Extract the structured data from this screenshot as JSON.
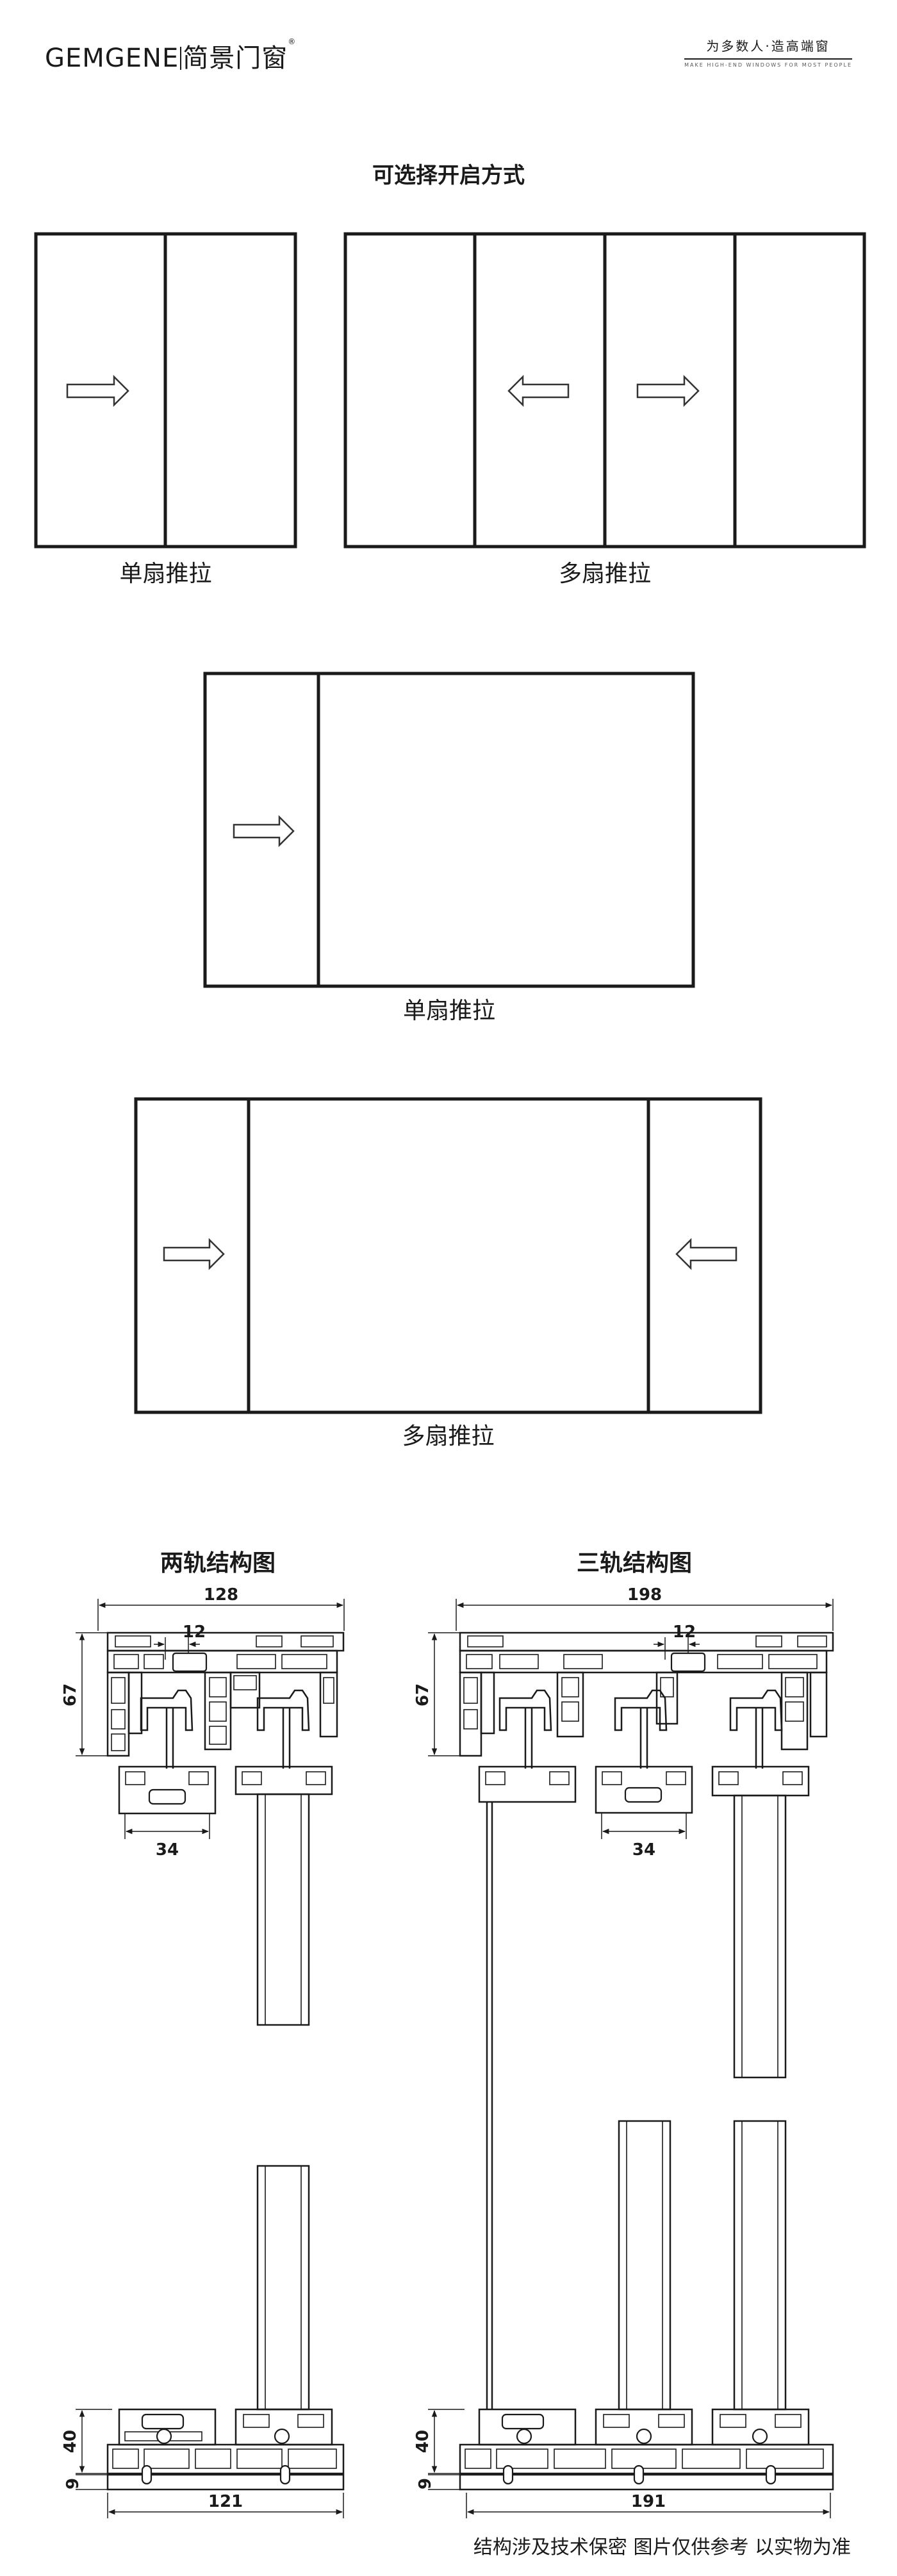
{
  "header": {
    "brand_en": "GEMGENE",
    "brand_cn": "简景门窗",
    "registered": "®",
    "slogan_cn": "为多数人·造高端窗",
    "slogan_en": "MAKE HIGH-END WINDOWS FOR MOST PEOPLE"
  },
  "section_title": "可选择开启方式",
  "openings": {
    "a_label": "单扇推拉",
    "b_label": "多扇推拉",
    "c_label": "单扇推拉",
    "d_label": "多扇推拉"
  },
  "structures": {
    "two_rail": {
      "title": "两轨结构图",
      "width_top": "128",
      "gap": "12",
      "height_top": "67",
      "sash": "34",
      "height_bottom": "40",
      "base": "9",
      "width_bottom": "121"
    },
    "three_rail": {
      "title": "三轨结构图",
      "width_top": "198",
      "gap": "12",
      "height_top": "67",
      "sash": "34",
      "height_bottom": "40",
      "base": "9",
      "width_bottom": "191"
    }
  },
  "footer_note": "结构涉及技术保密 图片仅供参考 以实物为准"
}
